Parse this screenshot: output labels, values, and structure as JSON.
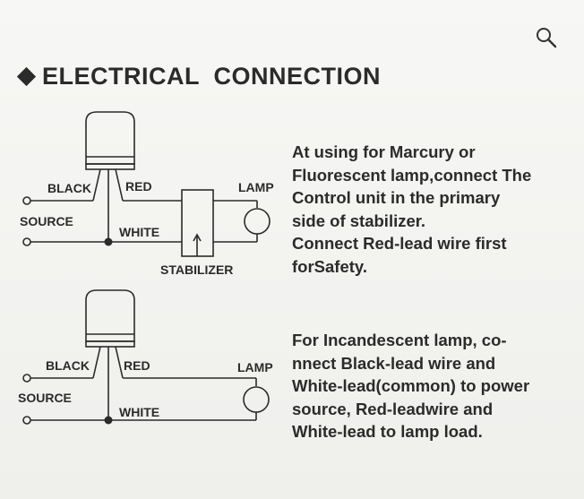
{
  "heading": {
    "title": "ELECTRICAL  CONNECTION"
  },
  "icons": {
    "zoom": "magnifier-icon",
    "bullet": "diamond-bullet-icon"
  },
  "diagram1": {
    "black": "BLACK",
    "red": "RED",
    "source": "SOURCE",
    "white": "WHITE",
    "lamp": "LAMP",
    "stabilizer": "STABILIZER"
  },
  "diagram2": {
    "black": "BLACK",
    "red": "RED",
    "source": "SOURCE",
    "white": "WHITE",
    "lamp": "LAMP"
  },
  "text1": {
    "lines": [
      "At using for  Marcury  or",
      "Fluorescent lamp,connect  The",
      "Control unit in  the primary",
      "side of stabilizer.",
      "Connect Red-lead wire first",
      "forSafety."
    ]
  },
  "text2": {
    "lines": [
      "For Incandescent lamp, co-",
      "nnect  Black-lead wire and",
      "White-lead(common) to power",
      "source, Red-leadwire and",
      "White-lead to lamp load."
    ]
  }
}
